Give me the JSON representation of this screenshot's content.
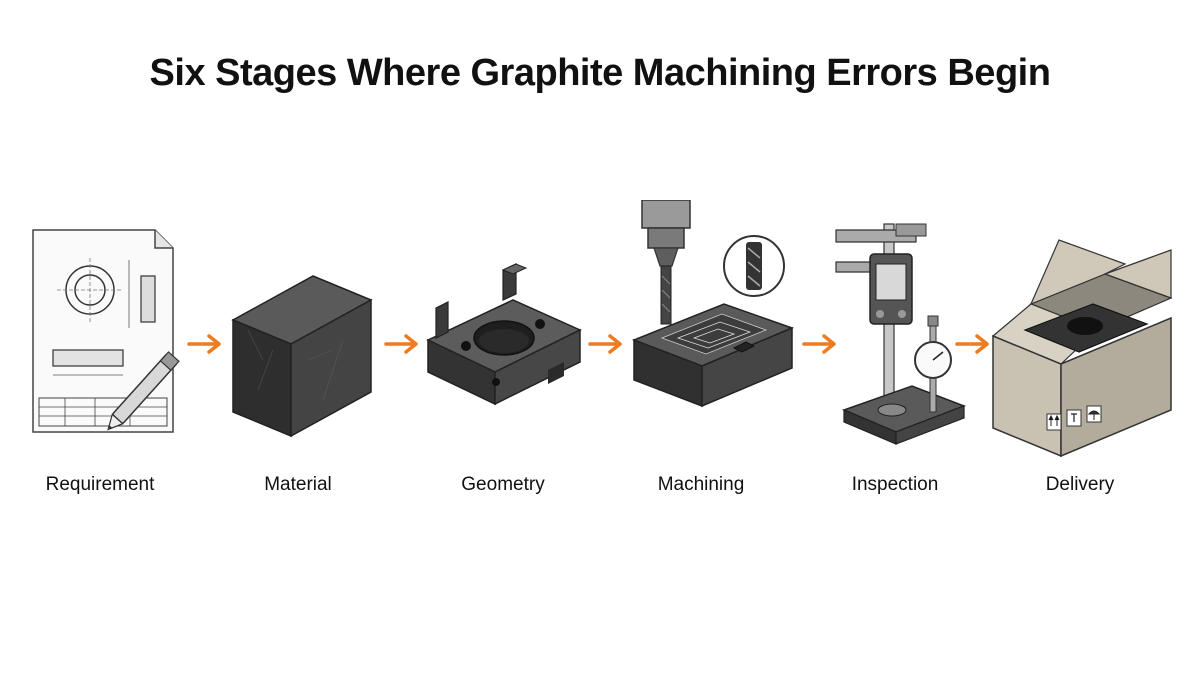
{
  "title": "Six Stages Where Graphite Machining Errors Begin",
  "stages": [
    {
      "label": "Requirement",
      "icon": "drawing-and-pencil-icon"
    },
    {
      "label": "Material",
      "icon": "graphite-block-icon"
    },
    {
      "label": "Geometry",
      "icon": "machined-part-icon"
    },
    {
      "label": "Machining",
      "icon": "cnc-spindle-icon"
    },
    {
      "label": "Inspection",
      "icon": "caliper-and-dial-gauge-icon"
    },
    {
      "label": "Delivery",
      "icon": "shipping-box-icon"
    }
  ],
  "colors": {
    "arrow": "#ee7b22",
    "graphite": "#3a3a3a",
    "cardboard": "#c9c2b3"
  }
}
